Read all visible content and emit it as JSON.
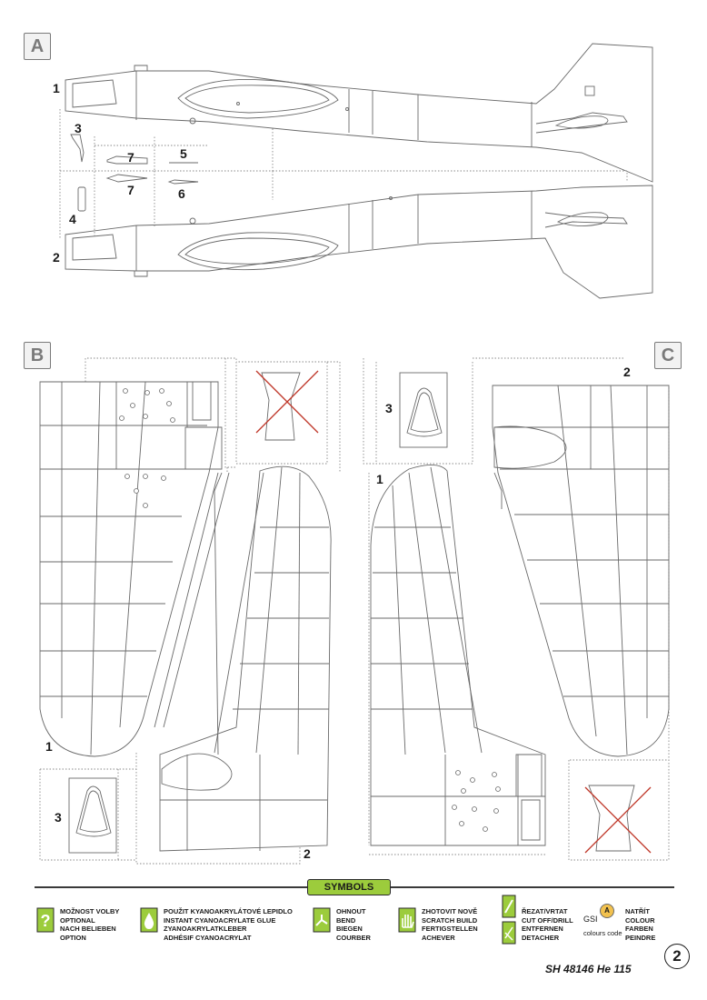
{
  "sections": {
    "a": "A",
    "b": "B",
    "c": "C"
  },
  "parts_a": {
    "p1": "1",
    "p2": "2",
    "p3": "3",
    "p4": "4",
    "p5": "5",
    "p6": "6",
    "p7a": "7",
    "p7b": "7"
  },
  "parts_b": {
    "p1": "1",
    "p2": "2",
    "p3": "3"
  },
  "parts_c": {
    "p1": "1",
    "p2": "2",
    "p3": "3"
  },
  "symbols_title": "SYMBOLS",
  "symbols": [
    {
      "icon": "question-icon",
      "lines": [
        "MOŽNOST VOLBY",
        "OPTIONAL",
        "NACH BELIEBEN",
        "OPTION"
      ]
    },
    {
      "icon": "glue-drop-icon",
      "lines": [
        "POUŽIT KYANOAKRYLÁTOVÉ LEPIDLO",
        "INSTANT CYANOACRYLATE GLUE",
        "ZYANOAKRYLATKLEBER",
        "ADHÉSIF CYANOACRYLAT"
      ]
    },
    {
      "icon": "bend-icon",
      "lines": [
        "OHNOUT",
        "BEND",
        "BIEGEN",
        "COURBER"
      ]
    },
    {
      "icon": "scratch-build-icon",
      "lines": [
        "ZHOTOVIT NOVĚ",
        "SCRATCH BUILD",
        "FERTIGSTELLEN",
        "ACHEVER"
      ]
    },
    {
      "icon": "cut-drill-icon",
      "lines": [
        "ŘEZAT/VRTAT",
        "CUT OFF/DRILL",
        "ENTFERNEN",
        "DETACHER"
      ]
    },
    {
      "icon": "paint-icon",
      "lines": [
        "NATŘÍT",
        "COLOUR",
        "FARBEN",
        "PEINDRE"
      ]
    }
  ],
  "gsi": {
    "label": "GSI",
    "code": "colours code",
    "letter": "A"
  },
  "footer": {
    "code": "SH 48146 He 115",
    "page": "2"
  },
  "colors": {
    "symbols_green": "#9ccc3c",
    "cross_red": "#c0392b",
    "line_gray": "#6a6a6a"
  }
}
